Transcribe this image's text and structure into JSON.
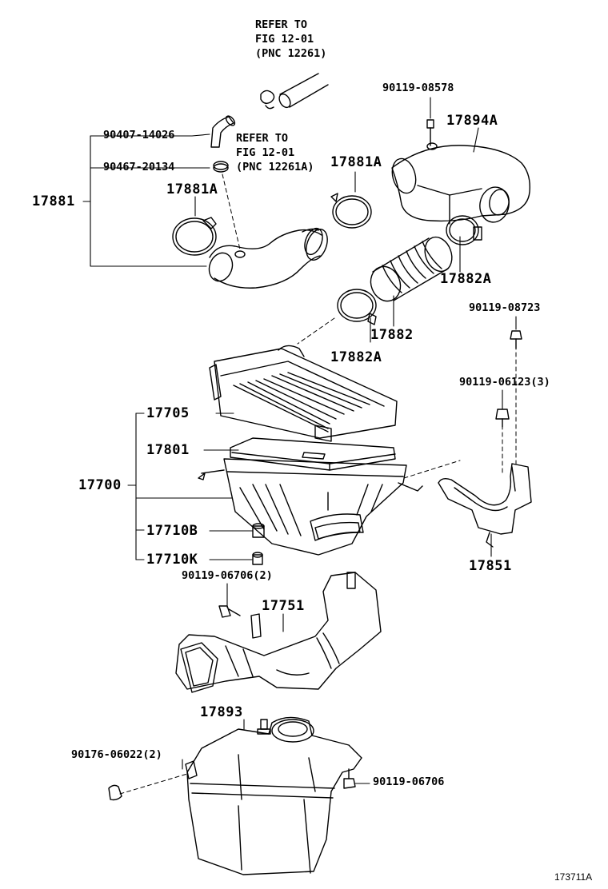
{
  "references": {
    "upper": [
      "REFER TO",
      "FIG 12-01",
      "(PNC 12261)"
    ],
    "lower": [
      "REFER TO",
      "FIG 12-01",
      "(PNC 12261A)"
    ]
  },
  "parts": {
    "p90119_08578": "90119-08578",
    "p17894A": "17894A",
    "p90407_14026": "90407-14026",
    "p90467_20134": "90467-20134",
    "p17881A_right": "17881A",
    "p17881": "17881",
    "p17881A_left": "17881A",
    "p17882A_right": "17882A",
    "p90119_08723": "90119-08723",
    "p17882": "17882",
    "p17882A_mid": "17882A",
    "p90119_06123": "90119-06123(3)",
    "p17705": "17705",
    "p17801": "17801",
    "p17700": "17700",
    "p17710B": "17710B",
    "p17710K": "17710K",
    "p17851": "17851",
    "p90119_06706_2": "90119-06706(2)",
    "p17751": "17751",
    "p17893": "17893",
    "p90176_06022": "90176-06022(2)",
    "p90119_06706": "90119-06706"
  },
  "figure_id": "173711A"
}
